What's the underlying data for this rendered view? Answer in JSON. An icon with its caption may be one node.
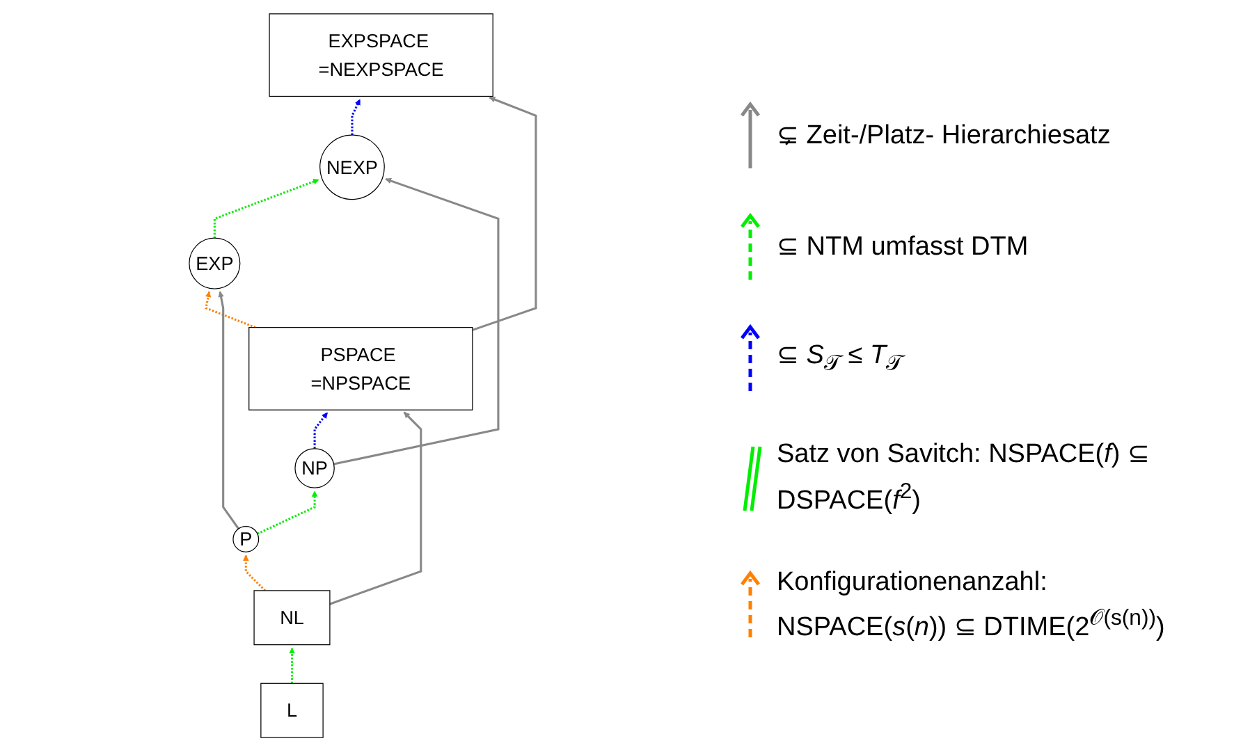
{
  "diagram": {
    "nodes": [
      {
        "text": [
          "EXPSPACE =NEXPSPACE"
        ]
      },
      {
        "text": [
          "NEXP"
        ]
      },
      {
        "text": [
          "EXP"
        ]
      },
      {
        "text": [
          "PSPACE =NPSPACE"
        ]
      },
      {
        "text": [
          "NP"
        ]
      },
      {
        "text": [
          "P"
        ]
      },
      {
        "text": [
          "NL"
        ]
      },
      {
        "text": [
          "L"
        ]
      }
    ],
    "edges": [
      {
        "from": 1,
        "to": 0,
        "arrow": "to",
        "style": "dashed",
        "color": "#0000ff"
      },
      {
        "from": 2,
        "to": 1,
        "arrow": "to",
        "style": "dashed",
        "color": "#00ee00"
      },
      {
        "from": 3,
        "to": 0,
        "arrow": "to"
      },
      {
        "from": 3,
        "to": 2,
        "arrow": "to",
        "style": "dashed",
        "color": "#ff8000"
      },
      {
        "from": 4,
        "to": 1,
        "arrow": "to"
      },
      {
        "from": 4,
        "to": 3,
        "arrow": "to",
        "style": "dashed",
        "color": "#0000ff"
      },
      {
        "from": 5,
        "to": 2,
        "arrow": "to"
      },
      {
        "from": 5,
        "to": 4,
        "arrow": "to",
        "style": "dashed",
        "color": "#00ee00"
      },
      {
        "from": 6,
        "to": 3,
        "arrow": "to"
      },
      {
        "from": 6,
        "to": 5,
        "arrow": "to",
        "style": "dashed",
        "color": "#ff8000"
      },
      {
        "from": 7,
        "to": 6,
        "arrow": "to",
        "style": "dashed",
        "color": "#00ee00"
      }
    ],
    "legend": [
      {
        "text": "⊊ Zeit-/Platz- Hierarchiesatz"
      },
      {
        "text": "⊆ NTM umfasst DTM"
      },
      {
        "text": "⊆ *S*$_{𝒯}$ ≤ *T*$_{𝒯}$"
      },
      {
        "text": "Satz von Savitch: NSPACE(*f*) ⊆ DSPACE(*f*$^{2}$)"
      },
      {
        "text": "Konfigurationenanzahl: NSPACE(*s*(*n*)) ⊆ DTIME(2$^{𝒪(s(n))}$)"
      }
    ]
  }
}
